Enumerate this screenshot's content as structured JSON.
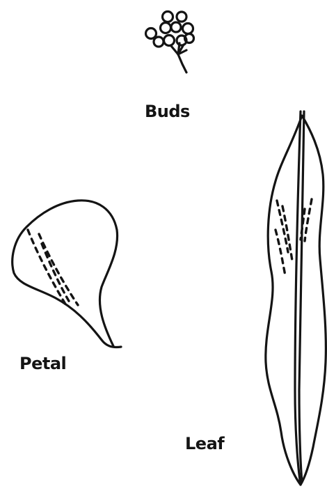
{
  "labels": {
    "buds": "Buds",
    "petal": "Petal",
    "leaf": "Leaf"
  },
  "colors": {
    "ink": "#141414",
    "background": "#ffffff"
  }
}
